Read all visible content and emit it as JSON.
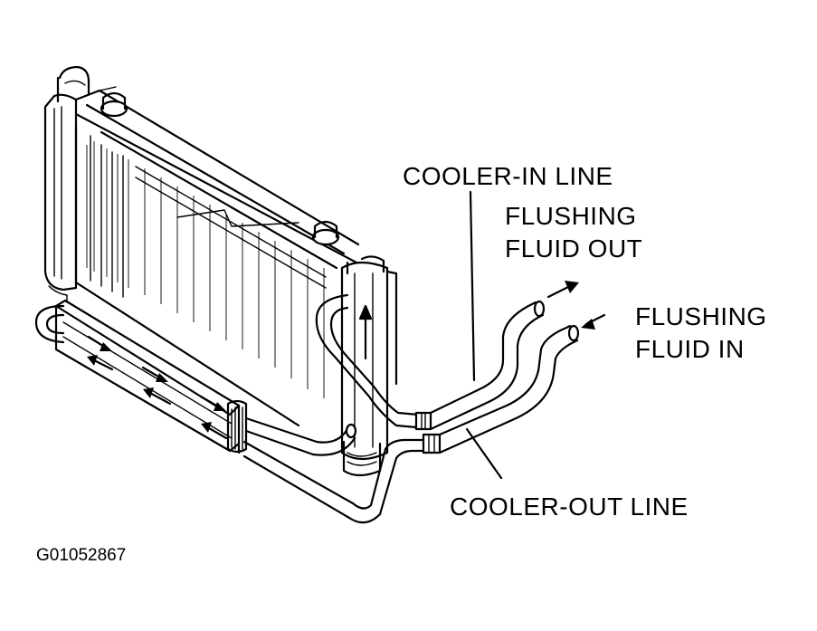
{
  "labels": {
    "cooler_in_line": "COOLER-IN LINE",
    "flushing_fluid_out_1": "FLUSHING",
    "flushing_fluid_out_2": "FLUID OUT",
    "flushing_fluid_in_1": "FLUSHING",
    "flushing_fluid_in_2": "FLUID IN",
    "cooler_out_line": "COOLER-OUT LINE"
  },
  "figure_id": "G01052867",
  "colors": {
    "ink": "#000000",
    "paper": "#ffffff"
  }
}
